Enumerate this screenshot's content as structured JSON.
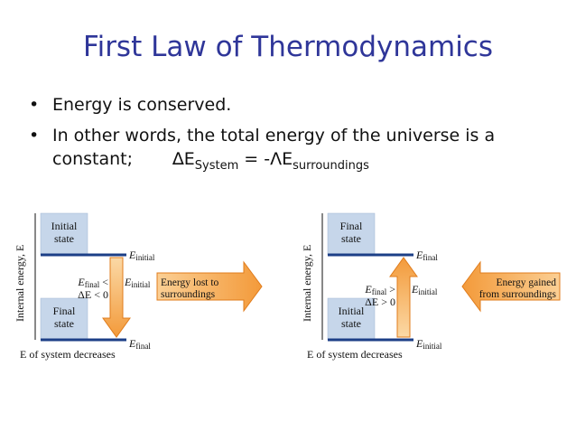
{
  "slide": {
    "title": "First Law of Thermodynamics",
    "bullets": [
      {
        "text": "Energy is conserved."
      },
      {
        "line1": "In other words, the total energy of the universe is a",
        "line2": "constant;",
        "eq_delta1": "∆",
        "eq_E1": "E",
        "eq_sub1": "System",
        "eq_mid": " = -",
        "eq_delta2": "Λ",
        "eq_E2": "E",
        "eq_sub2": "surroundings"
      }
    ]
  },
  "diagrams": {
    "left": {
      "axis_label": "Internal energy, E",
      "upper_state": [
        "Initial",
        "state"
      ],
      "lower_state": [
        "Final",
        "state"
      ],
      "upper_level": {
        "E": "E",
        "sub": "initial"
      },
      "lower_level": {
        "E": "E",
        "sub": "final"
      },
      "relation": {
        "lhs_sub": "final",
        "op": "<",
        "rhs_sub": "initial",
        "delta": "ΔE < 0"
      },
      "arrow_text": [
        "Energy lost to",
        "surroundings"
      ],
      "caption": "E of system decreases"
    },
    "right": {
      "axis_label": "Internal energy, E",
      "upper_state": [
        "Final",
        "state"
      ],
      "lower_state": [
        "Initial",
        "state"
      ],
      "upper_level": {
        "E": "E",
        "sub": "final"
      },
      "lower_level": {
        "E": "E",
        "sub": "initial"
      },
      "relation": {
        "lhs_sub": "final",
        "op": ">",
        "rhs_sub": "initial",
        "delta": "ΔE > 0"
      },
      "arrow_text": [
        "Energy gained",
        "from surroundings"
      ],
      "caption": "E of system decreases"
    }
  },
  "colors": {
    "title": "#2f3699",
    "state_box": "#c6d6ea",
    "level_line": "#1c3f87",
    "arrow_fill": "#f4a24a",
    "arrow_stroke": "#e07c1c",
    "text": "#111111"
  }
}
